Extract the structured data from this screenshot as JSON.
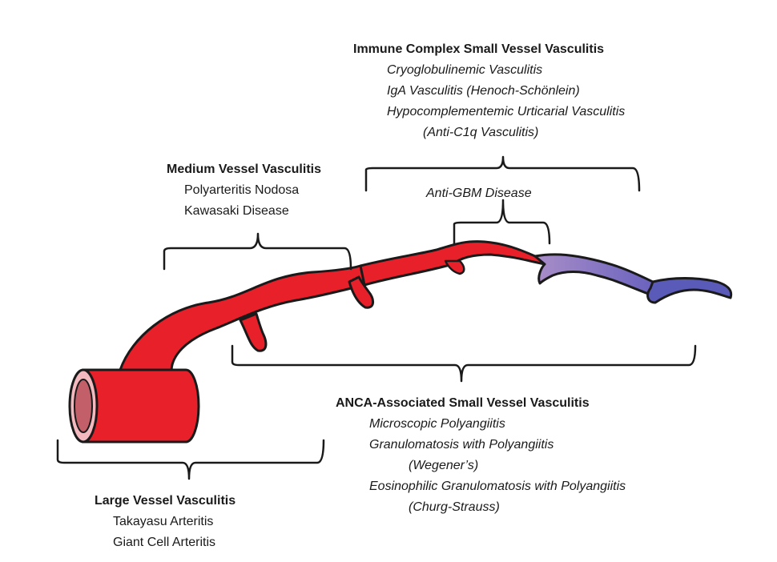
{
  "groups": {
    "immune_complex": {
      "heading": "Immune Complex  Small Vessel Vasculitis",
      "items": [
        "Cryoglobulinemic Vasculitis",
        "IgA Vasculitis (Henoch-Schönlein)",
        "Hypocomplementemic Urticarial Vasculitis",
        "(Anti-C1q Vasculitis)"
      ]
    },
    "anti_gbm": {
      "label": "Anti-GBM Disease"
    },
    "medium": {
      "heading": "Medium Vessel Vasculitis",
      "items": [
        "Polyarteritis Nodosa",
        "Kawasaki Disease"
      ]
    },
    "anca": {
      "heading": "ANCA-Associated Small Vessel Vasculitis",
      "items": [
        "Microscopic Polyangiitis",
        "Granulomatosis with Polyangiitis",
        "(Wegener’s)",
        "Eosinophilic Granulomatosis with Polyangiitis",
        "(Churg-Strauss)"
      ]
    },
    "large": {
      "heading": "Large Vessel Vasculitis",
      "items": [
        "Takayasu Arteritis",
        "Giant Cell Arteritis"
      ]
    }
  },
  "colors": {
    "artery": "#e8202a",
    "vein_light": "#a98ec8",
    "vein_dark": "#5a5ab8",
    "lumen_rim": "#f3b9bf",
    "lumen": "#c25f68",
    "outline": "#1a1a1a"
  }
}
